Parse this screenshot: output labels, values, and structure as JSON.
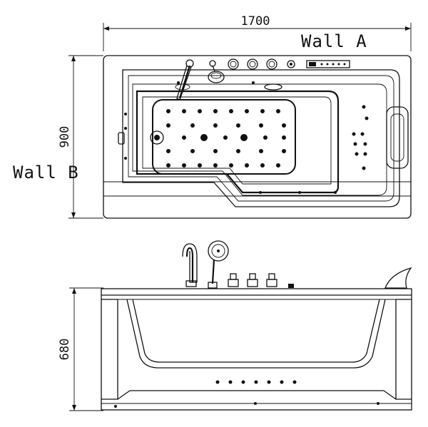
{
  "dimensions": {
    "width": "1700",
    "depth": "900",
    "height": "680"
  },
  "labels": {
    "wall_a": "Wall A",
    "wall_b": "Wall B"
  }
}
